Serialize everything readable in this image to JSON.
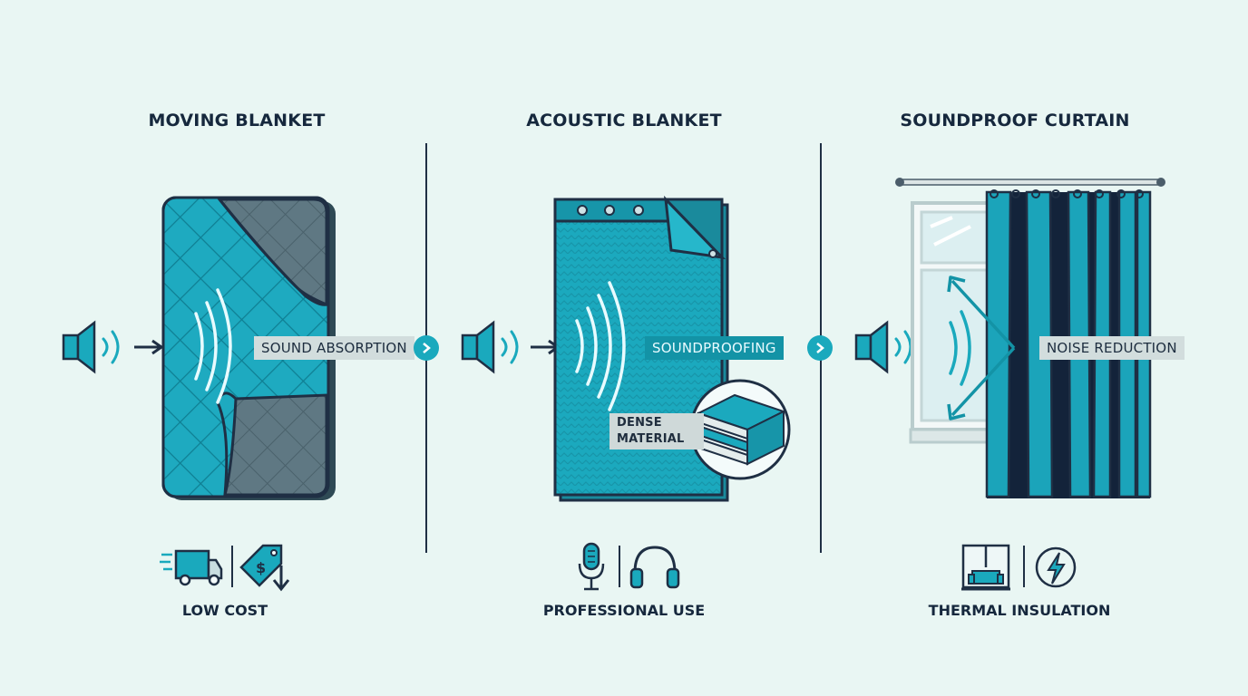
{
  "columns": [
    {
      "title": "MOVING BLANKET",
      "callout": "SOUND ABSORPTION",
      "feature": "LOW COST",
      "feature_icons": [
        "delivery-truck-icon",
        "price-tag-down-icon"
      ]
    },
    {
      "title": "ACOUSTIC BLANKET",
      "callout": "SOUNDPROOFING",
      "detail_label": "DENSE MATERIAL",
      "feature": "PROFESSIONAL USE",
      "feature_icons": [
        "microphone-icon",
        "headphones-icon"
      ]
    },
    {
      "title": "SOUNDPROOF CURTAIN",
      "callout": "NOISE REDUCTION",
      "feature": "THERMAL INSULATION",
      "feature_icons": [
        "window-sofa-icon",
        "energy-bolt-icon"
      ]
    }
  ],
  "colors": {
    "background": "#e9f6f3",
    "teal": "#1aa9bd",
    "dark_navy": "#1f2f44",
    "slate": "#5f7883"
  }
}
